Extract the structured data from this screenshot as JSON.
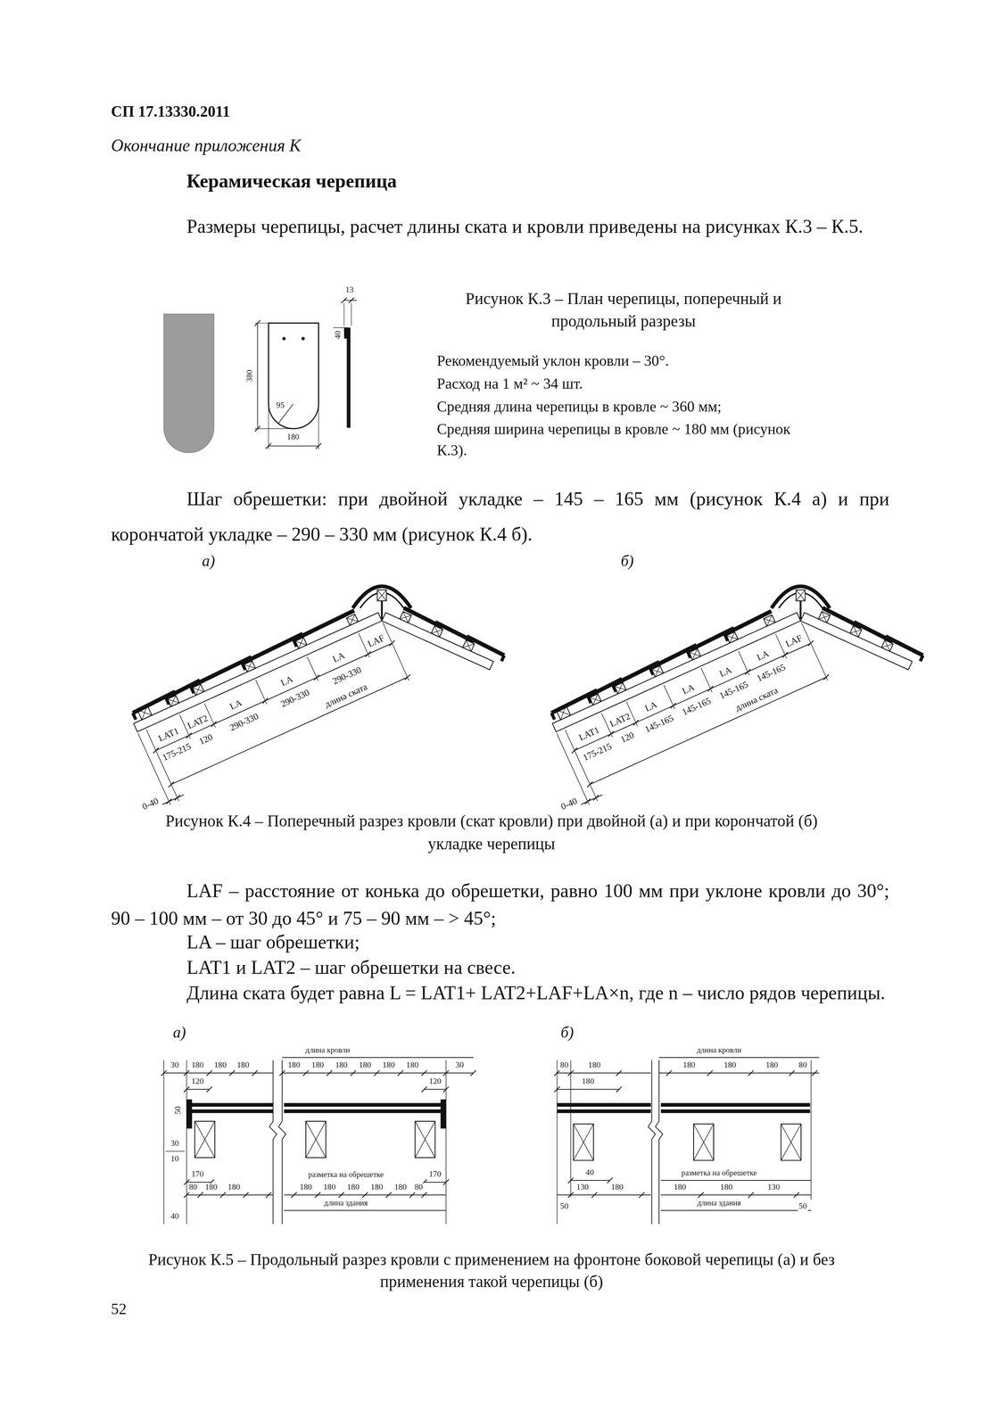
{
  "diagram": {
    "title": "Керамическая черепица",
    "labels": [
      "СП 17.13330.2011",
      "Окончание приложения К",
      "Размеры черепицы, расчет длины ската и кровли приведены на рисунках К.3 – К.5.",
      "13",
      "40",
      "380",
      "95",
      "180",
      "Рисунок К.3 – План черепицы, поперечный и продольный разрезы",
      "Рекомендуемый уклон кровли – 30°.",
      "Расход на 1 м² ~ 34 шт.",
      "Средняя длина черепицы в кровле ~ 360 мм;",
      "Средняя ширина черепицы в кровле ~ 180 мм (рисунок К.3).",
      "Шаг обрешетки: при двойной укладке – 145 – 165 мм (рисунок К.4 а) и при корончатой укладке – 290 – 330 мм (рисунок К.4 б).",
      "а)",
      "б)",
      "LAT1",
      "175-215",
      "LAT2",
      "120",
      "LA",
      "290-330",
      "LA",
      "290-330",
      "LA",
      "290-330",
      "LAF",
      "длина ската",
      "0-40",
      "LAT1",
      "175-215",
      "LAT2",
      "120",
      "LA",
      "145-165",
      "LA",
      "145-165",
      "LA",
      "145-165",
      "LA",
      "145-165",
      "LAF",
      "длина ската",
      "0-40",
      "Рисунок К.4 – Поперечный разрез кровли (скат кровли) при двойной (а) и при корончатой (б) укладке черепицы",
      "LAF – расстояние от конька до обрешетки, равно 100 мм при уклоне кровли до 30°; 90 – 100 мм – от 30 до 45° и 75 – 90 мм – > 45°;",
      "LA – шаг обрешетки;",
      "LAT1 и LAT2 – шаг обрешетки на свесе.",
      "Длина ската будет равна L = LAT1+ LAT2+LAF+LA×n, где n – число рядов черепицы.",
      "а)",
      "б)",
      "длина кровли",
      "30",
      "180",
      "180",
      "180",
      "180",
      "180",
      "180",
      "180",
      "180",
      "180",
      "30",
      "120",
      "120",
      "50",
      "30",
      "10",
      "170",
      "разметка на обрешетке",
      "170",
      "80",
      "180",
      "180",
      "180",
      "180",
      "180",
      "180",
      "180",
      "80",
      "длина здания",
      "40",
      "длина кровли",
      "80",
      "180",
      "180",
      "180",
      "180",
      "80",
      "180",
      "40",
      "разметка на обрешетке",
      "130",
      "180",
      "180",
      "180",
      "130",
      "длина здания",
      "50",
      "50",
      "Рисунок К.5 – Продольный разрез кровли с применением на фронтоне боковой черепицы (а) и без применения такой черепицы (б)",
      "52"
    ]
  }
}
